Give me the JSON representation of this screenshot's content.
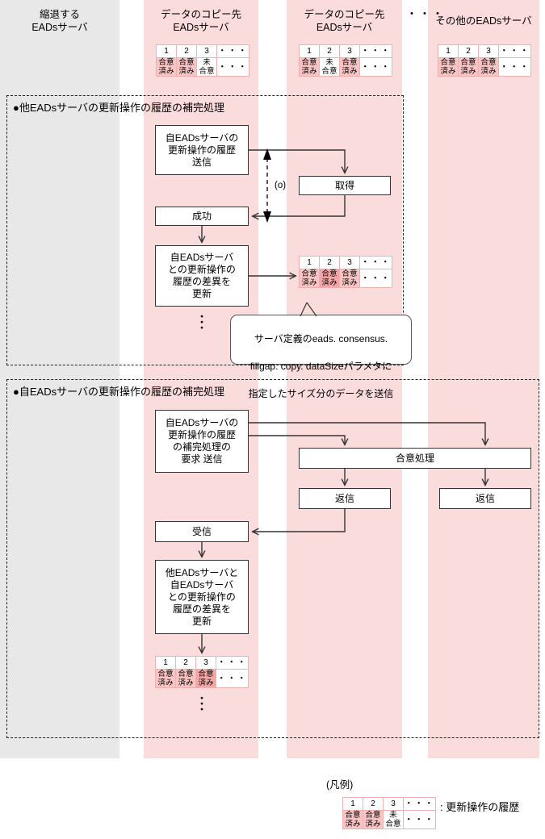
{
  "lanes": [
    {
      "id": "shrink-server",
      "title": "縮退する\nEADsサーバ",
      "color": "#e8e8e8",
      "has_table": false
    },
    {
      "id": "copy-target-1",
      "title": "データのコピー先\nEADsサーバ",
      "color": "#fbdcdc",
      "has_table": true
    },
    {
      "id": "copy-target-2",
      "title": "データのコピー先\nEADsサーバ",
      "color": "#fbdcdc",
      "has_table": true
    },
    {
      "id": "other-servers",
      "title": "その他のEADsサーバ",
      "color": "#fbdcdc",
      "has_table": true
    }
  ],
  "lane_gap_dots": "・・・",
  "tables": {
    "lane1_header": {
      "numbers": [
        "1",
        "2",
        "3"
      ],
      "dots": "・・・",
      "states": [
        "合意\n済み",
        "合意\n済み",
        "未\n合意"
      ],
      "state_fills": [
        "pink",
        "pink",
        "white"
      ]
    },
    "lane2_header": {
      "numbers": [
        "1",
        "2",
        "3"
      ],
      "dots": "・・・",
      "states": [
        "合意\n済み",
        "未\n合意",
        "合意\n済み"
      ],
      "state_fills": [
        "pink",
        "white",
        "pink"
      ]
    },
    "lane3_header": {
      "numbers": [
        "1",
        "2",
        "3"
      ],
      "dots": "・・・",
      "states": [
        "合意\n済み",
        "合意\n済み",
        "合意\n済み"
      ],
      "state_fills": [
        "pink",
        "pink",
        "pink"
      ]
    },
    "section1_result": {
      "numbers": [
        "1",
        "2",
        "3"
      ],
      "dots": "・・・",
      "states": [
        "合意\n済み",
        "合意\n済み",
        "合意\n済み"
      ],
      "state_fills": [
        "pink",
        "pink2",
        "pink"
      ]
    },
    "section2_result": {
      "numbers": [
        "1",
        "2",
        "3"
      ],
      "dots": "・・・",
      "states": [
        "合意\n済み",
        "合意\n済み",
        "合意\n済み"
      ],
      "state_fills": [
        "pink",
        "pink",
        "pink2"
      ]
    },
    "legend": {
      "numbers": [
        "1",
        "2",
        "3"
      ],
      "dots": "・・・",
      "states": [
        "合意\n済み",
        "合意\n済み",
        "未\n合意"
      ],
      "state_fills": [
        "pink",
        "pink",
        "white"
      ]
    }
  },
  "section1": {
    "title": "●他EADsサーバの更新操作の履歴の補完処理",
    "boxes": {
      "send_history": "自EADsサーバの\n更新操作の履歴\n送信",
      "acquire": "取得",
      "success": "成功",
      "update_diff": "自EADsサーバ\nとの更新操作の\n履歴の差異を\n更新"
    },
    "loop_label": "(o)",
    "vertical_dots": "・"
  },
  "callout": {
    "line1": "サーバ定義のeads. consensus.",
    "line2": "fillgap. copy. dataSizeパラメタに",
    "line3": "指定したサイズ分のデータを送信"
  },
  "section2": {
    "title": "●自EADsサーバの更新操作の履歴の補完処理",
    "boxes": {
      "send_request": "自EADsサーバの\n更新操作の履歴\nの補完処理の\n要求 送信",
      "consensus": "合意処理",
      "reply_1": "返信",
      "reply_2": "返信",
      "receive": "受信",
      "update_diff": "他EADsサーバと\n自EADsサーバ\nとの更新操作の\n履歴の差異を\n更新"
    },
    "vertical_dots": "・"
  },
  "legend": {
    "label": "(凡例)",
    "description": ": 更新操作の履歴"
  },
  "colors": {
    "lane_gray": "#e8e8e8",
    "lane_pink": "#fbdcdc",
    "cell_pink": "#f8c4c4",
    "cell_pink_highlight": "#f4a6a6",
    "table_border": "#f0b0b0",
    "box_border": "#333333",
    "line": "#333333"
  }
}
